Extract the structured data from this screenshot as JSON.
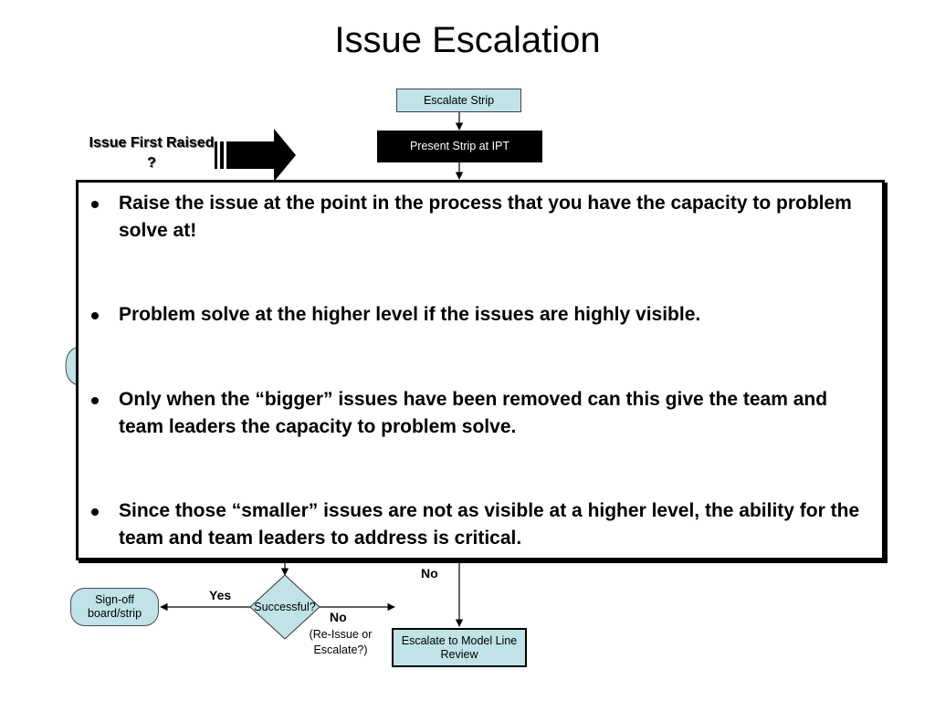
{
  "title": "Issue Escalation",
  "nodes": {
    "escalate_strip": "Escalate Strip",
    "present_strip": "Present Strip at IPT",
    "sign_off": "Sign-off board/strip",
    "decision": "Successful?",
    "model_line_review": "Escalate to Model Line Review"
  },
  "labels": {
    "issue_first_raised": "Issue First Raised ?",
    "no_top": "No",
    "yes": "Yes",
    "no_bottom": "No",
    "reissue": "(Re-Issue or Escalate?)"
  },
  "callout": {
    "bullets": [
      "Raise the issue at the point in the process that you have the capacity to problem solve at!",
      "Problem solve at the higher level if the issues are highly visible.",
      "Only when the “bigger” issues have been removed can this give the team and team leaders the capacity to problem solve.",
      "Since those “smaller” issues are not as visible at a higher level, the ability for the team and team leaders to address is critical."
    ]
  },
  "colors": {
    "node_fill": "#bfe3e7",
    "dark_node": "#000000"
  }
}
